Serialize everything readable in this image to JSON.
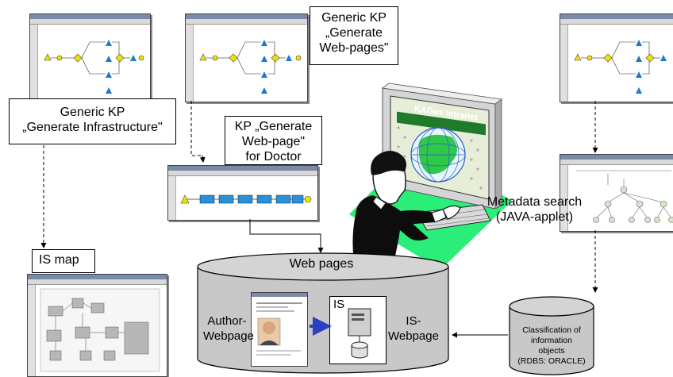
{
  "labels": {
    "generic_kp_infra": [
      "Generic KP",
      "„Generate Infrastructure\""
    ],
    "generic_kp_web": [
      "Generic KP",
      "„Generate",
      "Web-pages\""
    ],
    "kp_doctor": [
      "KP „Generate",
      "Web-page\"",
      "for Doctor"
    ],
    "is_map": "IS map",
    "metadata_search": [
      "Metadata search",
      "(JAVA-applet)"
    ],
    "web_pages": "Web pages",
    "author_webpage": [
      "Author-",
      "Webpage"
    ],
    "is_label": "IS",
    "is_webpage": [
      "IS-",
      "Webpage"
    ],
    "classification": [
      "Classification of",
      "information",
      "objects",
      "(RDBS: ORACLE)"
    ],
    "monitor_banner": "KAGes Intranet"
  },
  "colors": {
    "green_floor": "#2bee7a",
    "arrow_blue": "#2b3fc4",
    "cylinder_fill": "#c8c8c8",
    "globe": "#2ec84a"
  }
}
